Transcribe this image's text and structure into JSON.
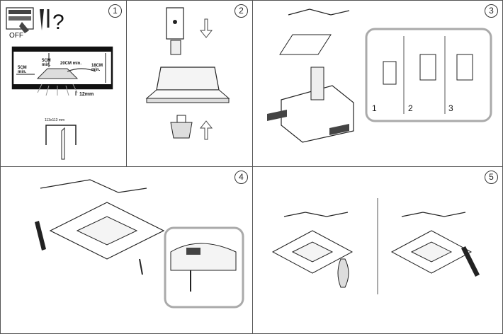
{
  "steps": [
    {
      "number": "1"
    },
    {
      "number": "2"
    },
    {
      "number": "3"
    },
    {
      "number": "4"
    },
    {
      "number": "5"
    }
  ],
  "panel1": {
    "switch_label": "OFF",
    "question": "?",
    "dims": {
      "top": "5CM\nmin.",
      "left": "5CM\nmin.",
      "middle": "20CM min.",
      "right": "18CM\nmin.",
      "bottom": "12mm"
    },
    "cutout": "113x113 mm"
  },
  "panel3": {
    "inset_labels": [
      "1",
      "2",
      "3"
    ]
  }
}
